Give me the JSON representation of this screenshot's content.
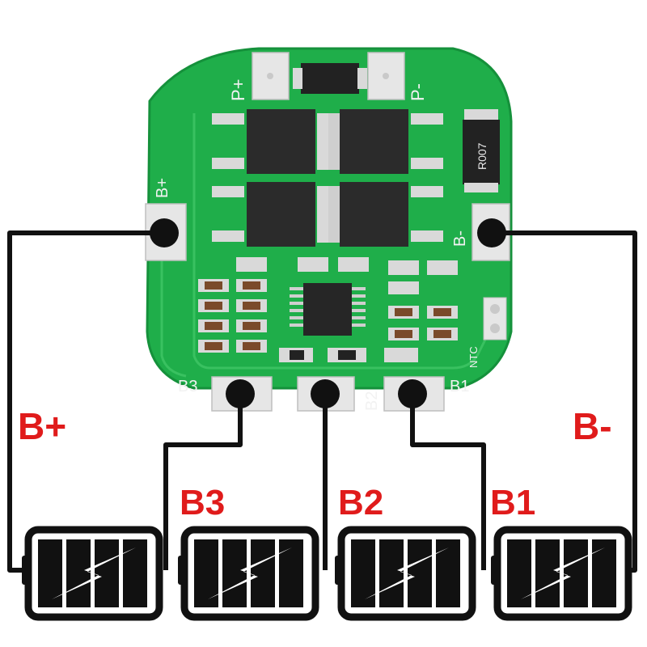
{
  "board": {
    "pad_p_plus": "P+",
    "pad_p_minus": "P-",
    "pad_b_plus": "B+",
    "pad_b_minus": "B-",
    "pad_b3": "B3",
    "pad_b2": "B2",
    "pad_b1": "B1",
    "shunt_resistor": "R007",
    "ntc": "NTC"
  },
  "labels": {
    "b_plus": "B+",
    "b_minus": "B-",
    "b3": "B3",
    "b2": "B2",
    "b1": "B1"
  },
  "batteries": [
    "battery-1",
    "battery-2",
    "battery-3",
    "battery-4"
  ],
  "colors": {
    "pcb": "#1fae4a",
    "pcb_edge": "#15913b",
    "pad": "#e6e6e6",
    "mosfet": "#2b2b2b",
    "wire": "#111111",
    "label": "#e01b1b"
  }
}
